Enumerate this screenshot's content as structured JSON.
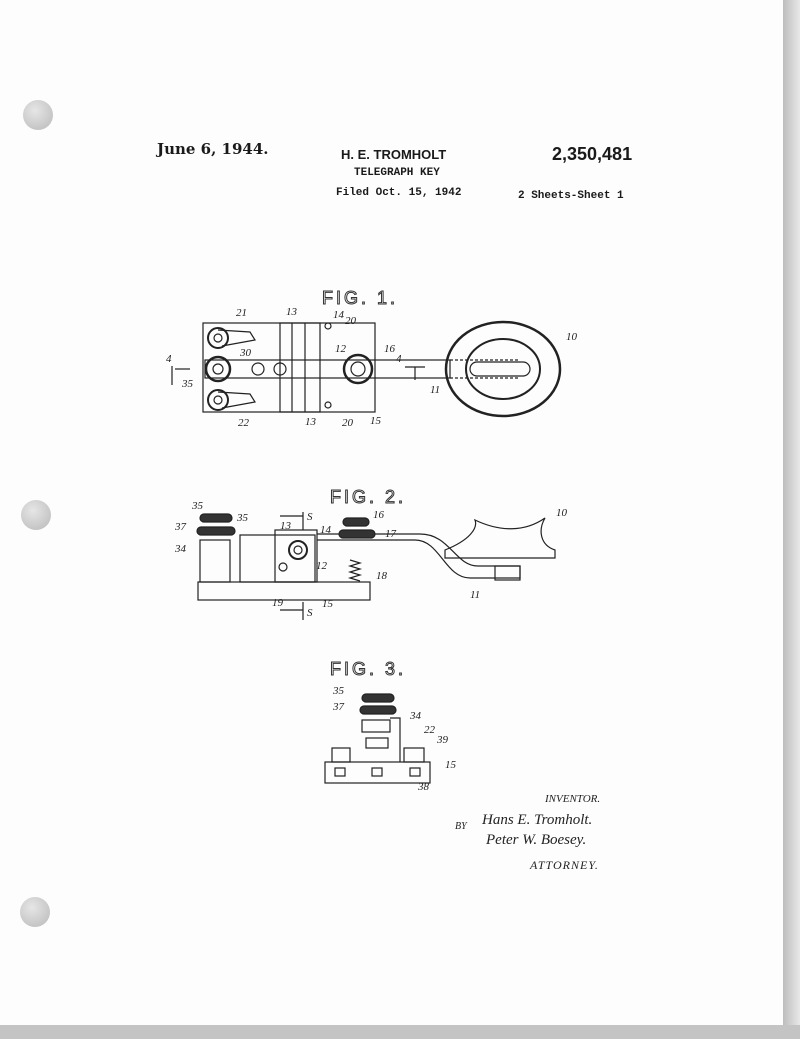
{
  "header": {
    "date": "June 6, 1944.",
    "inventor": "H. E. TROMHOLT",
    "title": "TELEGRAPH KEY",
    "filed": "Filed Oct. 15, 1942",
    "patent_number": "2,350,481",
    "sheets": "2 Sheets-Sheet 1"
  },
  "fig1": {
    "title": "FIG. 1.",
    "labels": [
      "21",
      "13",
      "14",
      "20",
      "30",
      "12",
      "16",
      "10",
      "4",
      "4",
      "35",
      "11",
      "22",
      "13",
      "20",
      "15"
    ]
  },
  "fig2": {
    "title": "FIG. 2.",
    "labels": [
      "35",
      "35",
      "37",
      "34",
      "13",
      "S",
      "14",
      "12",
      "16",
      "17",
      "18",
      "11",
      "10",
      "19",
      "15",
      "S"
    ]
  },
  "fig3": {
    "title": "FIG. 3.",
    "labels": [
      "35",
      "37",
      "34",
      "22",
      "39",
      "15",
      "38"
    ]
  },
  "signature": {
    "inventor_caption": "INVENTOR.",
    "by": "BY",
    "inventor_signature": "Hans E. Tromholt.",
    "attorney_signature": "Peter W. Boesey.",
    "attorney_caption": "ATTORNEY."
  }
}
